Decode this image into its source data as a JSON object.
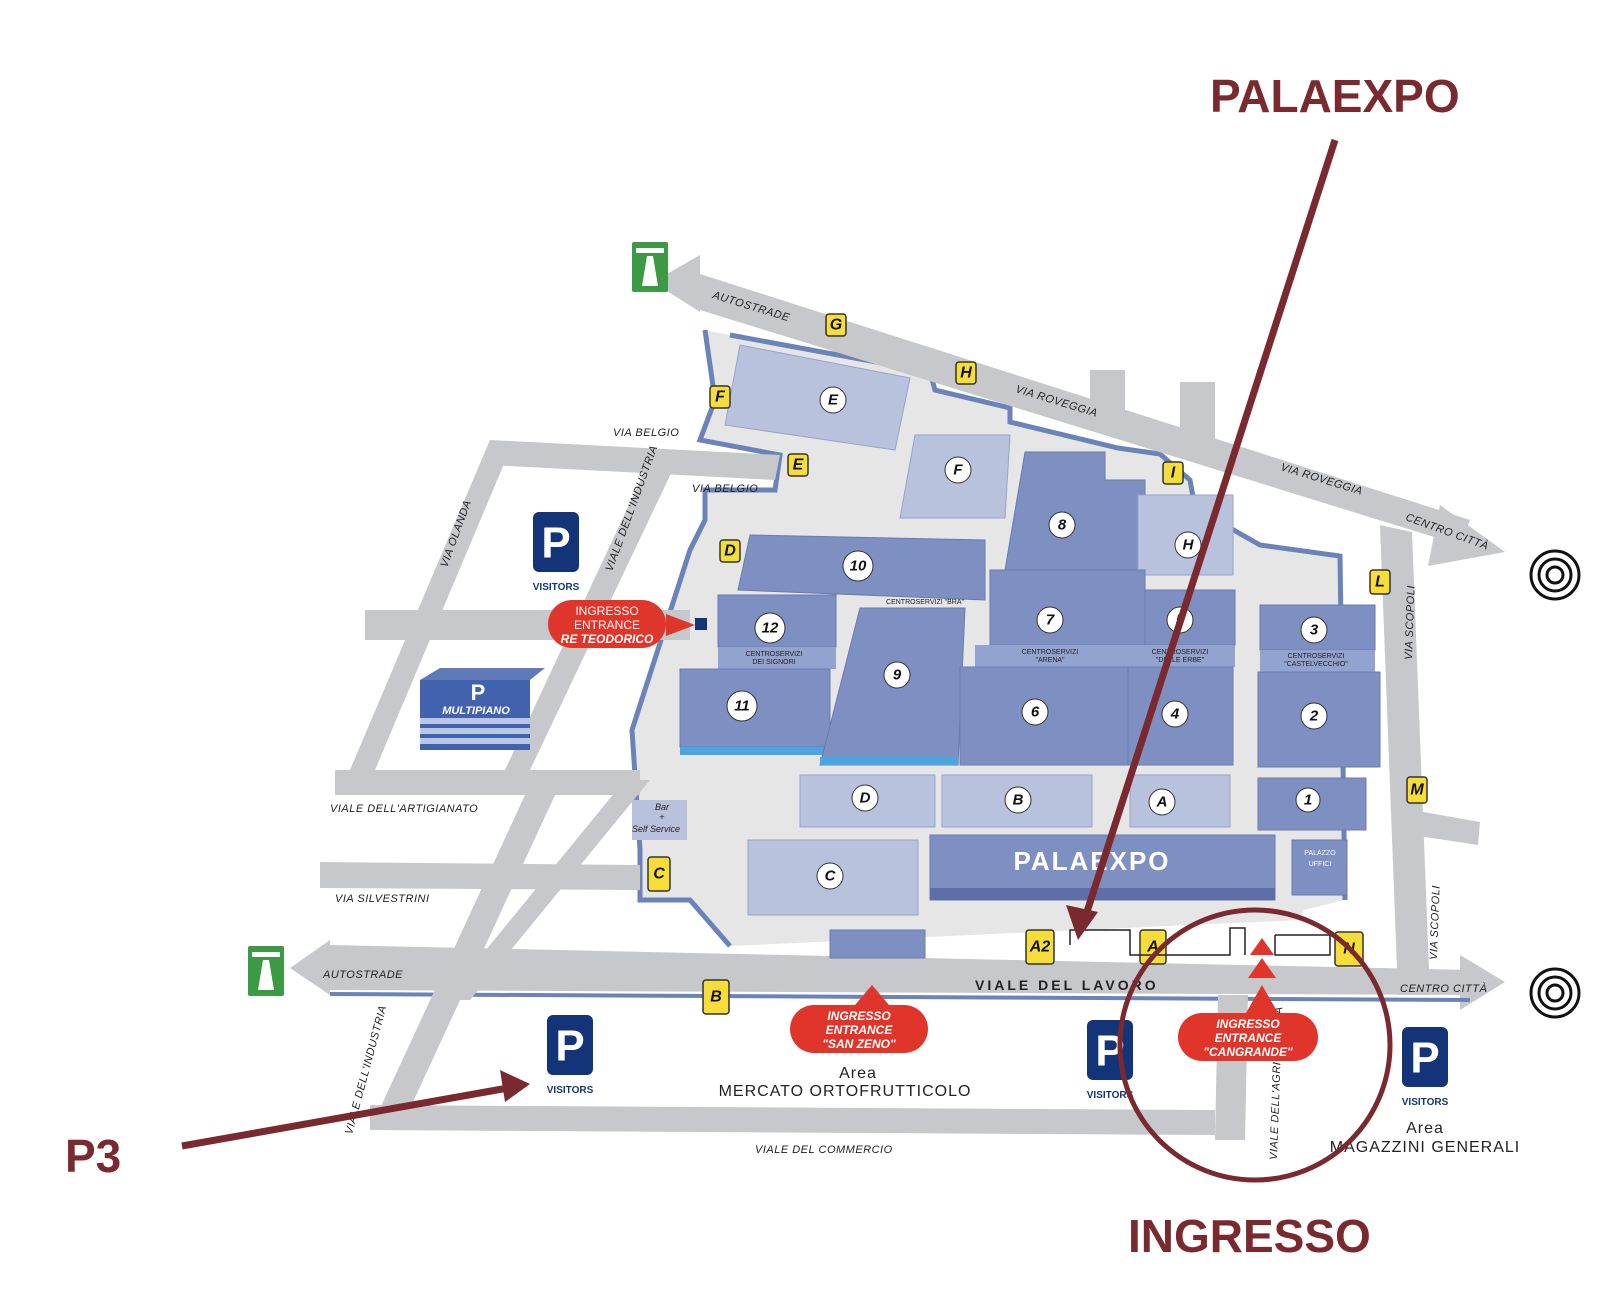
{
  "annotations": {
    "palaexpo": "PALAEXPO",
    "p3": "P3",
    "ingresso": "INGRESSO",
    "annotation_color": "#7a2a2f"
  },
  "streets": {
    "autostrade_top": "AUTOSTRADE",
    "autostrade_bottom": "AUTOSTRADE",
    "via_roveggia_1": "VIA ROVEGGIA",
    "via_roveggia_2": "VIA ROVEGGIA",
    "centro_citta_top": "CENTRO CITTÀ",
    "centro_citta_bottom": "CENTRO CITTÀ",
    "via_belgio_1": "VIA BELGIO",
    "via_belgio_2": "VIA BELGIO",
    "via_olanda": "VIA OLANDA",
    "viale_industria_top": "VIALE DELL'INDUSTRIA",
    "viale_industria_bottom": "VIALE DELL'INDUSTRIA",
    "viale_artigianato": "VIALE DELL'ARTIGIANATO",
    "via_silvestrini": "VIA SILVESTRINI",
    "viale_lavoro": "VIALE DEL LAVORO",
    "viale_commercio": "VIALE DEL COMMERCIO",
    "viale_agricoltura": "VIALE DELL'AGRICOLTURA",
    "via_scopoli_1": "VIA SCOPOLI",
    "via_scopoli_2": "VIA SCOPOLI"
  },
  "gates": [
    "G",
    "H",
    "F",
    "E",
    "D",
    "I",
    "L",
    "M",
    "C",
    "B",
    "A2",
    "A",
    "N"
  ],
  "halls": {
    "E": "E",
    "F": "F",
    "h8": "8",
    "H": "H",
    "h10": "10",
    "h12": "12",
    "h11": "11",
    "h9": "9",
    "h7": "7",
    "h6": "6",
    "h5": "5",
    "h4": "4",
    "h3": "3",
    "h2": "2",
    "h1": "1",
    "A": "A",
    "B": "B",
    "D": "D",
    "C": "C"
  },
  "palaexpo_building": "PALAEXPO",
  "palazzo_uffici": [
    "PALAZZO",
    "UFFICI"
  ],
  "bar": [
    "Bar",
    "+",
    "Self Service"
  ],
  "centroservizi": {
    "bra": "CENTROSERVIZI \"BRA\"",
    "signori": [
      "CENTROSERVIZI",
      "DEI SIGNORI"
    ],
    "arena": [
      "CENTROSERVIZI",
      "\"ARENA\""
    ],
    "erbe": [
      "CENTROSERVIZI",
      "\"DELLE ERBE\""
    ],
    "castelvecchio": [
      "CENTROSERVIZI",
      "\"CASTELVECCHIO\""
    ]
  },
  "parking": {
    "symbol": "P",
    "visitors": "VISITORS",
    "multipiano": "MULTIPIANO"
  },
  "entrances": {
    "re_teodorico": [
      "INGRESSO",
      "ENTRANCE",
      "RE TEODORICO"
    ],
    "san_zeno": [
      "INGRESSO",
      "ENTRANCE",
      "\"SAN ZENO\""
    ],
    "cangrande": [
      "INGRESSO",
      "ENTRANCE",
      "\"CANGRANDE\""
    ]
  },
  "areas": {
    "mercato": [
      "Area",
      "MERCATO ORTOFRUTTICOLO"
    ],
    "magazzini": [
      "Area",
      "MAGAZZINI GENERALI"
    ]
  },
  "colors": {
    "hall": "#7e8fc2",
    "hall_light": "#b9c2dc",
    "road": "#c6c8cc",
    "road_edge": "#6b83b8",
    "gate": "#f7dd3a",
    "parking": "#14347a",
    "entrance": "#e0352b",
    "motorway": "#3c9a44"
  }
}
